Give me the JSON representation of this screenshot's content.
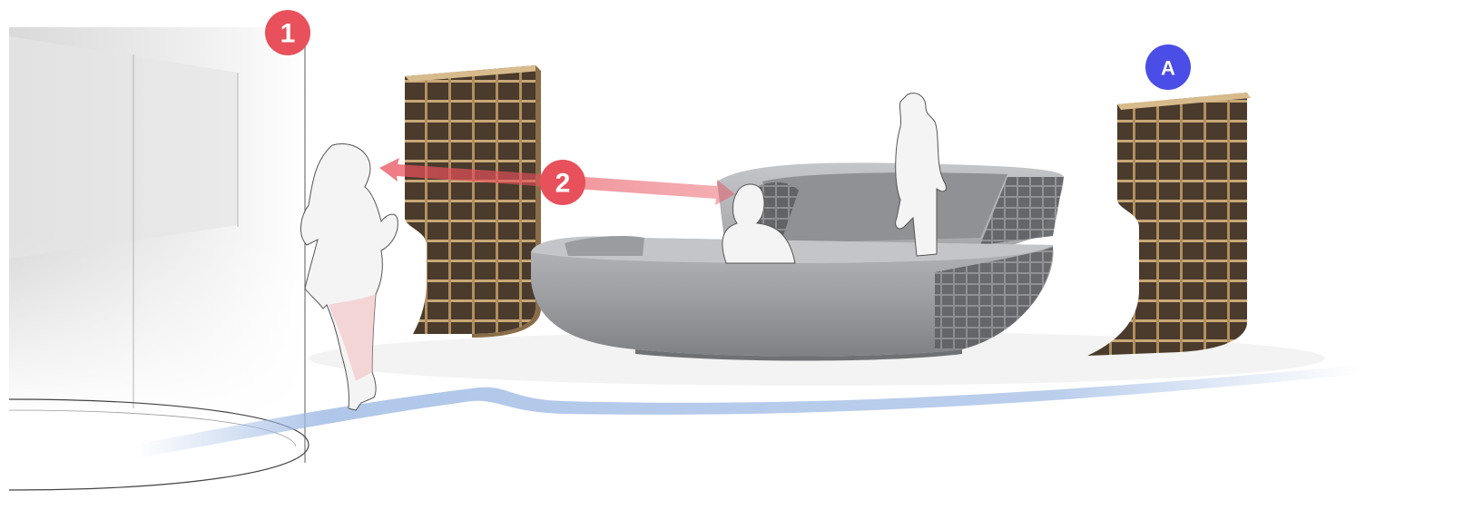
{
  "markers": [
    {
      "label": "1",
      "color": "#e8505b"
    },
    {
      "label": "2",
      "color": "#e8505b"
    },
    {
      "label": "A",
      "color": "#4a4de6"
    }
  ],
  "colors": {
    "desk": "#a7a9ac",
    "desk_shadow": "#7e8084",
    "shelf_wood": "#c9a877",
    "shelf_dark": "#4a3b2c",
    "path_blue": "#9db9e4",
    "arrow_red": "#e8505b",
    "figure_fill": "#f4f4f4",
    "figure_outline": "#555555"
  }
}
